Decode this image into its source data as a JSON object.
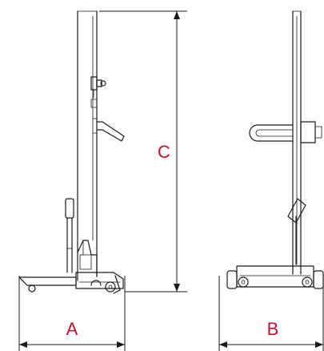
{
  "labels": {
    "width_side": "A",
    "height": "C",
    "width_front": "B"
  },
  "colors": {
    "label": "#c8102e",
    "line": "#1a1a1a"
  }
}
